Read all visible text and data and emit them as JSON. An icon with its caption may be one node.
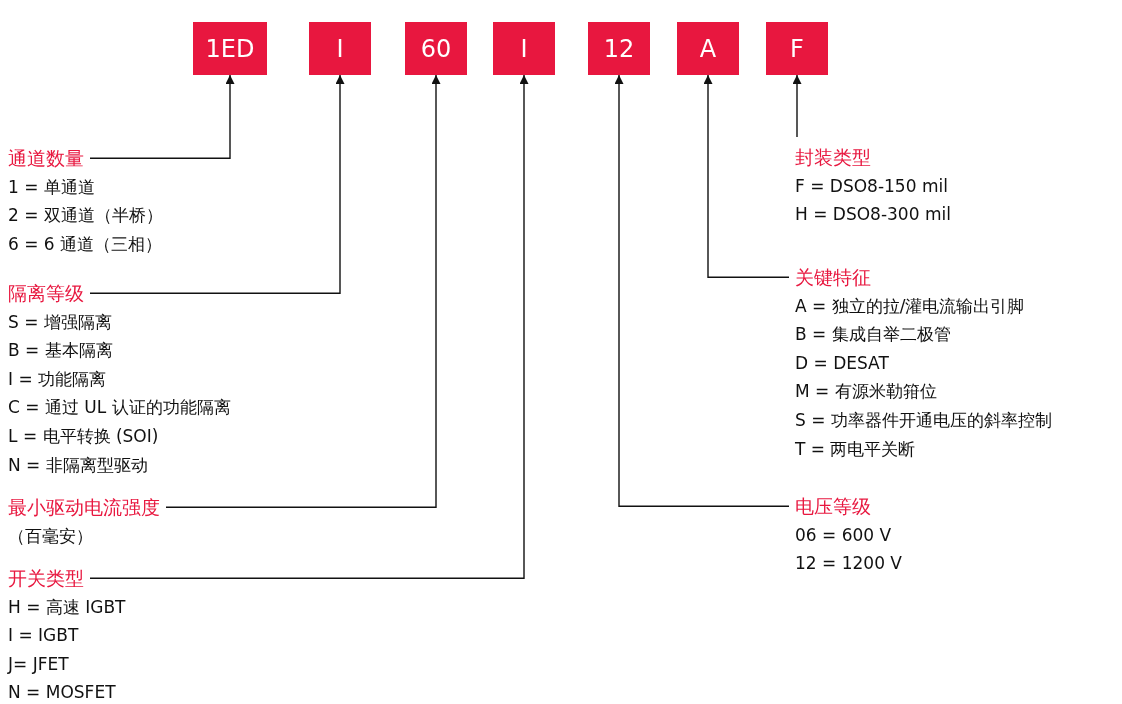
{
  "diagram": {
    "nodes": [
      {
        "text": [
          "1ED"
        ]
      },
      {
        "text": [
          "I"
        ]
      },
      {
        "text": [
          "60"
        ]
      },
      {
        "text": [
          "I"
        ]
      },
      {
        "text": [
          "12"
        ]
      },
      {
        "text": [
          "A"
        ]
      },
      {
        "text": [
          "F"
        ]
      },
      {
        "text": [
          "通道数量",
          "1 = 单通道",
          "2 = 双通道（半桥）",
          "6 = 6 通道（三相）"
        ]
      },
      {
        "text": [
          "隔离等级",
          "S = 增强隔离",
          "B = 基本隔离",
          "I = 功能隔离",
          "C = 通过 UL 认证的功能隔离",
          "L = 电平转换 (SOI)",
          "N = 非隔离型驱动"
        ]
      },
      {
        "text": [
          "最小驱动电流强度",
          "（百毫安）"
        ]
      },
      {
        "text": [
          "开关类型",
          "H = 高速 IGBT",
          "I = IGBT",
          "J= JFET",
          "N = MOSFET"
        ]
      },
      {
        "text": [
          "封装类型",
          "F = DSO8-150 mil",
          "H = DSO8-300 mil"
        ]
      },
      {
        "text": [
          "关键特征",
          "A = 独立的拉/灌电流输出引脚",
          "B = 集成自举二极管",
          "D = DESAT",
          "M = 有源米勒箝位",
          "S = 功率器件开通电压的斜率控制",
          "T = 两电平关断"
        ]
      },
      {
        "text": [
          "电压等级",
          "06 = 600 V",
          "12 = 1200 V"
        ]
      }
    ],
    "edges": [
      {
        "from": 7,
        "to": 0,
        "arrow": "to"
      },
      {
        "from": 8,
        "to": 1,
        "arrow": "to"
      },
      {
        "from": 9,
        "to": 2,
        "arrow": "to"
      },
      {
        "from": 10,
        "to": 3,
        "arrow": "to"
      },
      {
        "from": 11,
        "to": 6,
        "arrow": "to"
      },
      {
        "from": 12,
        "to": 5,
        "arrow": "to"
      },
      {
        "from": 13,
        "to": 4,
        "arrow": "to"
      }
    ]
  }
}
